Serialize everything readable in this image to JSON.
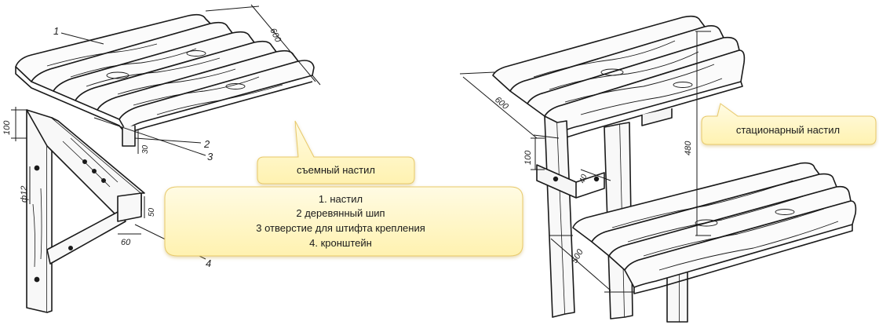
{
  "callouts": {
    "removable": "съемный настил",
    "stationary": "стационарный настил",
    "legend": [
      "1. настил",
      "2 деревянный шип",
      "3 отверстие для штифта крепления",
      "4. кронштейн"
    ]
  },
  "part_labels": [
    "1",
    "2",
    "3",
    "4"
  ],
  "dimensions": {
    "left_depth": "600",
    "left_bracket_h": "100",
    "left_hole_d": "ф12",
    "left_pin_h": "30",
    "left_block_h": "50",
    "left_block_w": "60",
    "right_depth": "600",
    "right_height": "480",
    "right_rail_h": "100",
    "right_front_w": "40",
    "right_bench_depth": "500"
  },
  "colors": {
    "callout_fill": "#fff7c8",
    "callout_stroke": "#e8c96a",
    "line": "#1a1a1a"
  }
}
